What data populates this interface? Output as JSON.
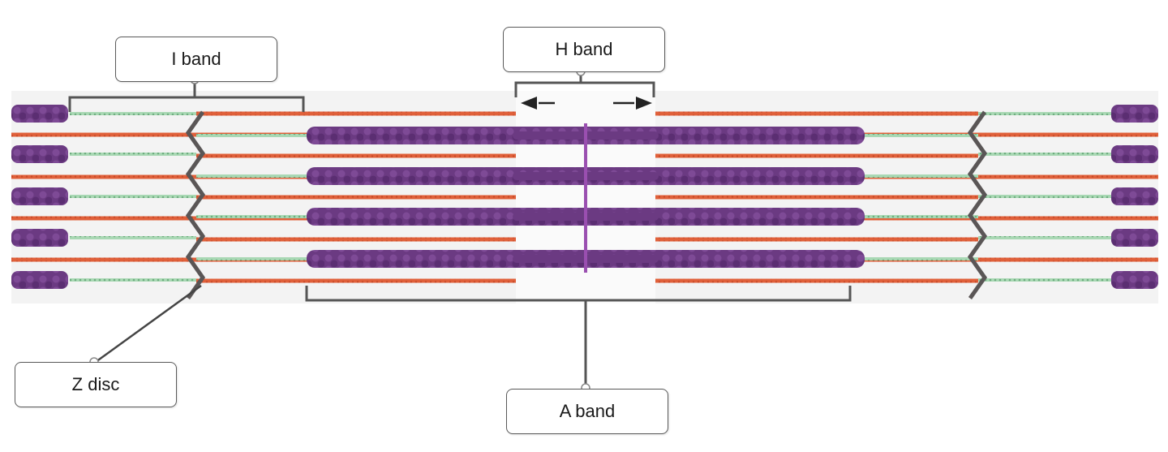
{
  "labels": {
    "i_band": "I band",
    "h_band": "H band",
    "z_disc": "Z disc",
    "a_band": "A band"
  },
  "colors": {
    "thin_filament": "#e0603a",
    "titin": "#8cc79a",
    "myosin": "#6b3a82",
    "m_line": "#9a4fb0",
    "z_disc": "#5a5656",
    "bracket": "#555555"
  }
}
